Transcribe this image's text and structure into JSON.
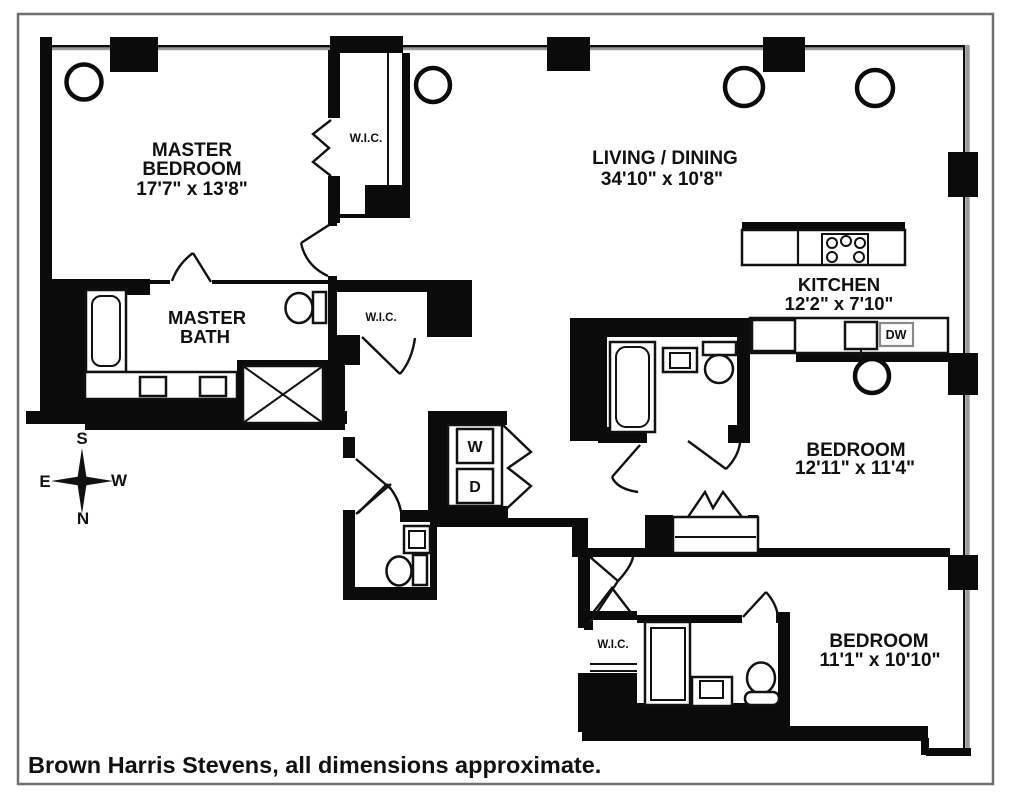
{
  "footer": {
    "text": "Brown Harris Stevens, all dimensions approximate."
  },
  "rooms": {
    "master_bedroom": {
      "name_line1": "MASTER",
      "name_line2": "BEDROOM",
      "dimensions": "17'7\" x 13'8\""
    },
    "living_dining": {
      "name": "LIVING / DINING",
      "dimensions": "34'10\" x 10'8\""
    },
    "kitchen": {
      "name": "KITCHEN",
      "dimensions": "12'2\" x 7'10\""
    },
    "master_bath": {
      "name_line1": "MASTER",
      "name_line2": "BATH"
    },
    "bedroom_2": {
      "name": "BEDROOM",
      "dimensions": "12'11\" x 11'4\""
    },
    "bedroom_3": {
      "name": "BEDROOM",
      "dimensions": "11'1\" x 10'10\""
    }
  },
  "closets": {
    "wic_master": "W.I.C.",
    "wic_hall": "W.I.C.",
    "wic_bedroom3": "W.I.C."
  },
  "appliances": {
    "washer": "W",
    "dryer": "D",
    "dishwasher": "DW"
  },
  "compass": {
    "top": "S",
    "bottom": "N",
    "left": "E",
    "right": "W"
  },
  "colors": {
    "wall": "#0b0b0b",
    "background": "#ffffff",
    "frame_gray": "#8a8a8a"
  }
}
